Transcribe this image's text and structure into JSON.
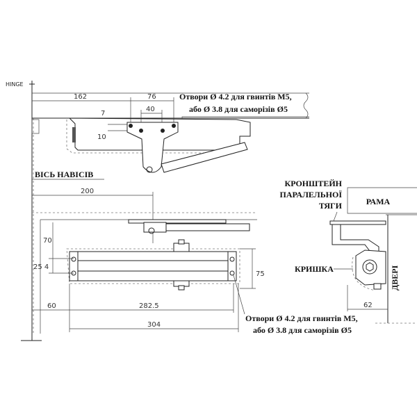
{
  "labels": {
    "hinge": "HINGE",
    "hinge_axis": "ВІСЬ НАВІСІВ",
    "bracket_line1": "КРОНШТЕЙН",
    "bracket_line2": "ПАРАЛЕЛЬНОЇ",
    "bracket_line3": "ТЯГИ",
    "frame": "РАМА",
    "cover": "КРИШКА",
    "door": "ДВЕРІ",
    "holes_top_line1": "Отвори Ø 4.2 для гвинтів М5,",
    "holes_top_line2": "або Ø 3.8 для саморізів Ø5",
    "holes_bottom_line1": "Отвори Ø 4.2 для гвинтів М5,",
    "holes_bottom_line2": "або Ø 3.8 для саморізів Ø5"
  },
  "dimensions": {
    "d162": "162",
    "d76": "76",
    "d40": "40",
    "d7": "7",
    "d10": "10",
    "d200": "200",
    "d70": "70",
    "d25_4": "25 4",
    "d75": "75",
    "d60": "60",
    "d282_5": "282.5",
    "d304": "304",
    "d62": "62"
  }
}
